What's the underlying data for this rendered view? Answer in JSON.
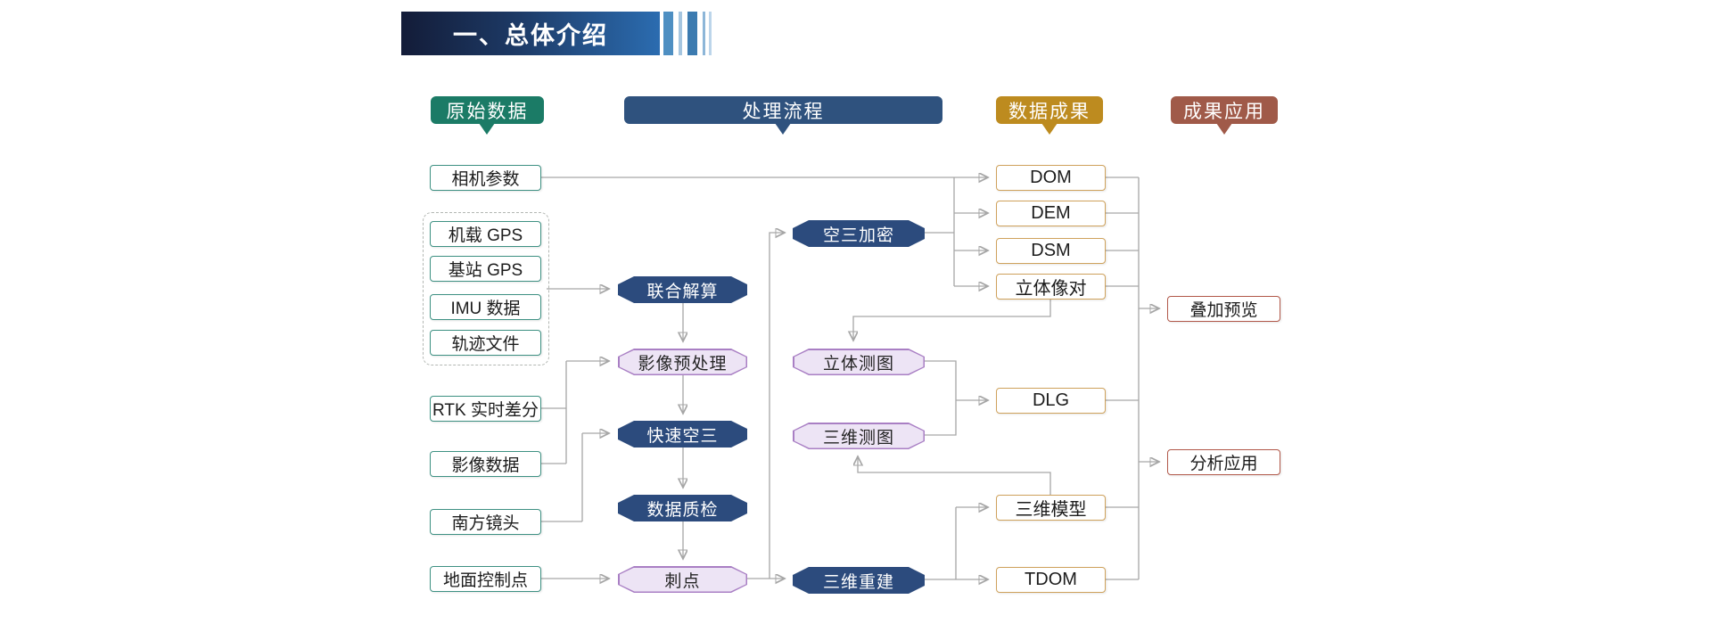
{
  "banner": {
    "title": "一、总体介绍"
  },
  "headers": {
    "raw": "原始数据",
    "process": "处理流程",
    "results": "数据成果",
    "apps": "成果应用"
  },
  "raw_data": {
    "camera": "相机参数",
    "gps_group": [
      "机载 GPS",
      "基站 GPS",
      "IMU 数据",
      "轨迹文件"
    ],
    "rtk": "RTK 实时差分",
    "image_data": "影像数据",
    "south_lens": "南方镜头",
    "gcp": "地面控制点"
  },
  "process": {
    "joint_solution": "联合解算",
    "image_preprocess": "影像预处理",
    "fast_at": "快速空三",
    "data_qc": "数据质检",
    "pricking": "刺点",
    "at_densification": "空三加密",
    "stereo_mapping": "立体测图",
    "mapping_3d": "三维测图",
    "reconstruction_3d": "三维重建"
  },
  "results": {
    "dom": "DOM",
    "dem": "DEM",
    "dsm": "DSM",
    "stereo_pair": "立体像对",
    "dlg": "DLG",
    "model_3d": "三维模型",
    "tdom": "TDOM"
  },
  "apps": {
    "overlay": "叠加预览",
    "analysis": "分析应用"
  },
  "colors": {
    "banner_dark": "#131c38",
    "banner_blue": "#2b6cb0",
    "raw_badge": "#1b7b66",
    "process_badge": "#2f527e",
    "results_badge": "#bd8b1f",
    "apps_badge": "#a05a49",
    "hex_dark": "#2c4b7d",
    "hex_light_fill": "#ede4f5",
    "hex_light_border": "#a97fc4",
    "raw_box_border": "#3e9183",
    "results_box_border": "#cfa25c",
    "apps_box_border": "#b2594a",
    "connector": "#a6a6a6"
  }
}
